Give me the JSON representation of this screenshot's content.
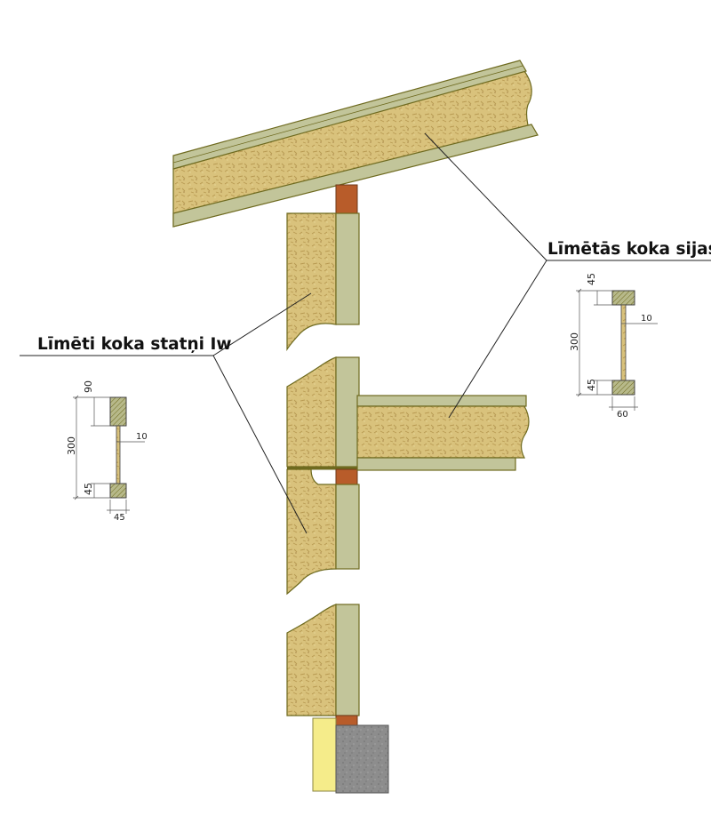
{
  "labels": {
    "beam_callout": "Līmētās koka sijas I",
    "stud_callout": "Līmēti koka statņi Iw"
  },
  "stud_section": {
    "flange_top": "90",
    "height": "300",
    "web": "10",
    "flange_bottom": "45",
    "width": "45"
  },
  "beam_section": {
    "flange_top": "45",
    "height": "300",
    "web": "10",
    "flange_bottom": "45",
    "width": "60"
  },
  "colors": {
    "osb": "#d9c27c",
    "flange": "#c2c59a",
    "edge": "#6e6a1f",
    "blocking": "#b85c2a",
    "insulation": "#f5ec8a",
    "concrete": "#8d8d8d"
  }
}
